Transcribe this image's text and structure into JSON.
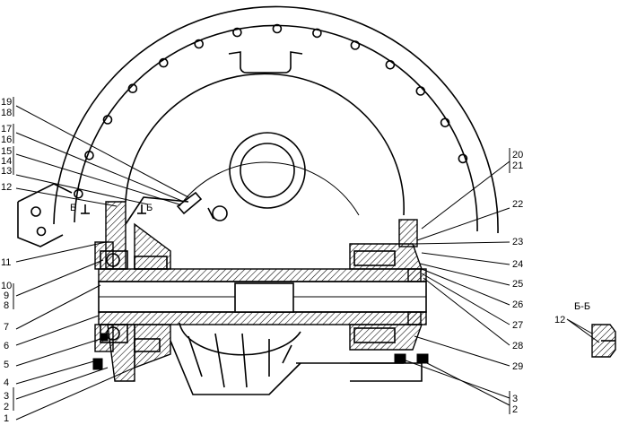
{
  "section_mark": {
    "left": "Б",
    "right": "Б",
    "title": "Б-Б"
  },
  "labels_left": [
    {
      "id": "19",
      "text": "19"
    },
    {
      "id": "18",
      "text": "18"
    },
    {
      "id": "17",
      "text": "17"
    },
    {
      "id": "16",
      "text": "16"
    },
    {
      "id": "15",
      "text": "15"
    },
    {
      "id": "14",
      "text": "14"
    },
    {
      "id": "13",
      "text": "13"
    },
    {
      "id": "12",
      "text": "12"
    },
    {
      "id": "11",
      "text": "11"
    },
    {
      "id": "10",
      "text": "10"
    },
    {
      "id": "9",
      "text": "9"
    },
    {
      "id": "8",
      "text": "8"
    },
    {
      "id": "7",
      "text": "7"
    },
    {
      "id": "6",
      "text": "6"
    },
    {
      "id": "5",
      "text": "5"
    },
    {
      "id": "4",
      "text": "4"
    },
    {
      "id": "3",
      "text": "3"
    },
    {
      "id": "2",
      "text": "2"
    },
    {
      "id": "1",
      "text": "1"
    }
  ],
  "labels_right": [
    {
      "id": "20",
      "text": "20"
    },
    {
      "id": "21",
      "text": "21"
    },
    {
      "id": "22",
      "text": "22"
    },
    {
      "id": "23",
      "text": "23"
    },
    {
      "id": "24",
      "text": "24"
    },
    {
      "id": "25",
      "text": "25"
    },
    {
      "id": "26",
      "text": "26"
    },
    {
      "id": "27",
      "text": "27"
    },
    {
      "id": "28",
      "text": "28"
    },
    {
      "id": "29",
      "text": "29"
    },
    {
      "id": "3b",
      "text": "3"
    },
    {
      "id": "2b",
      "text": "2"
    }
  ],
  "detail_label": "12"
}
